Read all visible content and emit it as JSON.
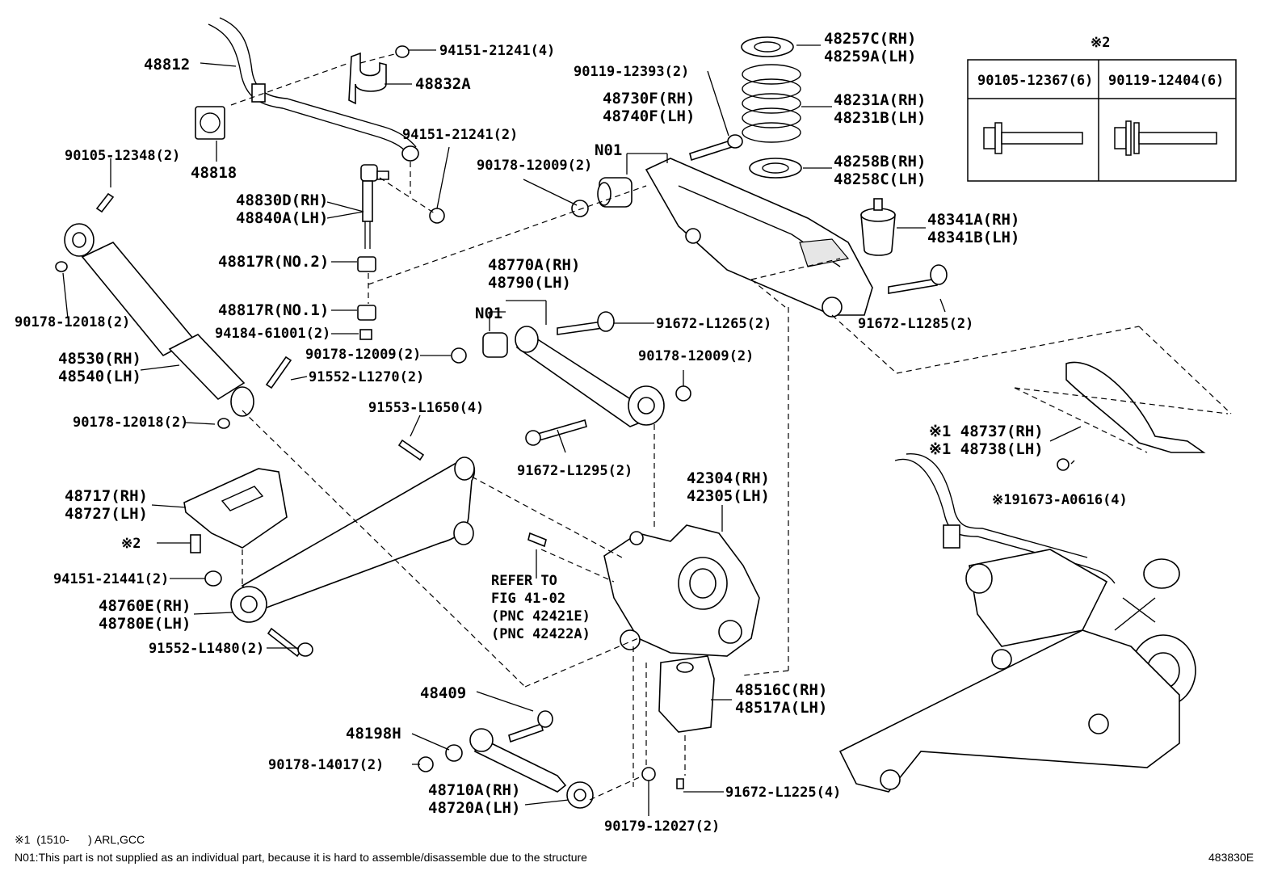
{
  "labels": {
    "p48812": "48812",
    "p94151_21241_4": "94151-21241(4)",
    "p48832A": "48832A",
    "p94151_21241_2": "94151-21241(2)",
    "p90105_12348": "90105-12348(2)",
    "p48818": "48818",
    "p48830D": "48830D(RH)",
    "p48840A": "48840A(LH)",
    "p48817R_2": "48817R(NO.2)",
    "p48817R_1": "48817R(NO.1)",
    "p94184_61001": "94184-61001(2)",
    "p90178_12018_top": "90178-12018(2)",
    "p48530": "48530(RH)",
    "p48540": "48540(LH)",
    "p90178_12018_bot": "90178-12018(2)",
    "p91552_L1270": "91552-L1270(2)",
    "p90178_12009_mid": "90178-12009(2)",
    "p91553_L1650": "91553-L1650(4)",
    "p48717": "48717(RH)",
    "p48727": "48727(LH)",
    "p_star2_bolt": "※2",
    "p94151_21441": "94151-21441(2)",
    "p48760E": "48760E(RH)",
    "p48780E": "48780E(LH)",
    "p91552_L1480": "91552-L1480(2)",
    "p90119_12393": "90119-12393(2)",
    "p48730F": "48730F(RH)",
    "p48740F": "48740F(LH)",
    "p_n01_a": "N01",
    "p90178_12009_top": "90178-12009(2)",
    "p48257C": "48257C(RH)",
    "p48259A": "48259A(LH)",
    "p48231A": "48231A(RH)",
    "p48231B": "48231B(LH)",
    "p48258B": "48258B(RH)",
    "p48258C": "48258C(LH)",
    "p48341A": "48341A(RH)",
    "p48341B": "48341B(LH)",
    "p91672_L1285": "91672-L1285(2)",
    "p48770A": "48770A(RH)",
    "p48790": "48790(LH)",
    "p_n01_b": "N01",
    "p91672_L1265": "91672-L1265(2)",
    "p90178_12009_right": "90178-12009(2)",
    "p91672_L1295": "91672-L1295(2)",
    "p42304": "42304(RH)",
    "p42305": "42305(LH)",
    "p48737": "※1 48737(RH)",
    "p48738": "※1 48738(LH)",
    "p91673_A0616": "※191673-A0616(4)",
    "refer1": "REFER TO",
    "refer2": "FIG 41-02",
    "refer3": "(PNC 42421E)",
    "refer4": "(PNC 42422A)",
    "p48409": "48409",
    "p48198H": "48198H",
    "p90178_14017": "90178-14017(2)",
    "p48710A": "48710A(RH)",
    "p48720A": "48720A(LH)",
    "p48516C": "48516C(RH)",
    "p48517A": "48517A(LH)",
    "p91672_L1225": "91672-L1225(4)",
    "p90179_12027": "90179-12027(2)"
  },
  "table": {
    "marker": "※2",
    "col1": "90105-12367(6)",
    "col2": "90119-12404(6)"
  },
  "footer": {
    "note1": "※1  (1510-      ) ARL,GCC",
    "note2": "N01:This part is not supplied as an individual part, because it is hard to assemble/disassemble due to the structure",
    "code": "483830E"
  }
}
